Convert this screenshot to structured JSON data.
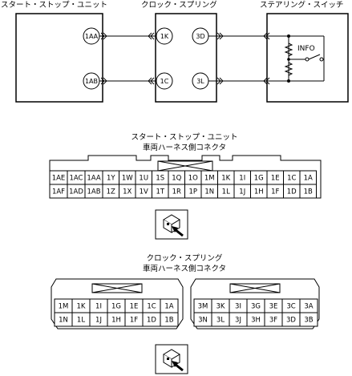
{
  "wiring": {
    "units": [
      {
        "title": "スタート・ストップ・ユニット",
        "terminals": [
          "1AA",
          "1AB"
        ]
      },
      {
        "title": "クロック・スプリング",
        "terminals_left": [
          "1K",
          "1C"
        ],
        "terminals_right": [
          "3D",
          "3L"
        ]
      },
      {
        "title": "ステアリング・スイッチ",
        "switch_label": "INFO"
      }
    ]
  },
  "connector_ssu": {
    "title_line1": "スタート・ストップ・ユニット",
    "title_line2": "車両ハーネス側コネクタ",
    "rows": [
      [
        "1AE",
        "1AC",
        "1AA",
        "1Y",
        "1W",
        "1U",
        "1S",
        "1Q",
        "1O",
        "1M",
        "1K",
        "1I",
        "1G",
        "1E",
        "1C",
        "1A"
      ],
      [
        "1AF",
        "1AD",
        "1AB",
        "1Z",
        "1X",
        "1V",
        "1T",
        "1R",
        "1P",
        "1N",
        "1L",
        "1J",
        "1H",
        "1F",
        "1D",
        "1B"
      ]
    ]
  },
  "connector_cs": {
    "title_line1": "クロック・スプリング",
    "title_line2": "車両ハーネス側コネクタ",
    "left_rows": [
      [
        "1M",
        "1K",
        "1I",
        "1G",
        "1E",
        "1C",
        "1A"
      ],
      [
        "1N",
        "1L",
        "1J",
        "1H",
        "1F",
        "1D",
        "1B"
      ]
    ],
    "right_rows": [
      [
        "3M",
        "3K",
        "3I",
        "3G",
        "3E",
        "3C",
        "3A"
      ],
      [
        "3N",
        "3L",
        "3J",
        "3H",
        "3F",
        "3D",
        "3B"
      ]
    ]
  },
  "icons": [
    "connector-view-icon",
    "connector-view-icon"
  ]
}
